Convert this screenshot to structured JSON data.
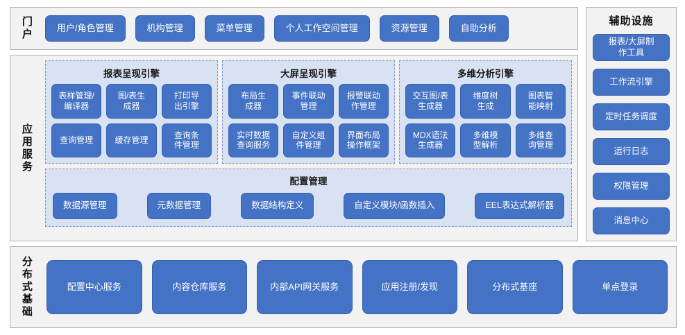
{
  "diagram": {
    "title_bands": {
      "portal": "门户",
      "app_services": "应用服务",
      "distributed_base": "分布式基础",
      "aux_facilities": "辅助设施"
    },
    "colors": {
      "chip_blue": "#4472C4",
      "chip_border": "#3761AD",
      "panel_bg": "#F2F2F2",
      "panel_border": "#B0B0B0",
      "group_bg": "#D9E2F3",
      "group_border": "#7F93C6",
      "text_on_chip": "#FFFFFF",
      "text_dark": "#101010"
    }
  },
  "portal": {
    "items": [
      "用户/角色管理",
      "机构管理",
      "菜单管理",
      "个人工作空间管理",
      "资源管理",
      "自助分析"
    ]
  },
  "app_services": {
    "engines": [
      {
        "title": "报表呈现引擎",
        "items": [
          "表样管理/\n编译器",
          "图/表生\n成器",
          "打印导\n出引擎",
          "查询管理",
          "缓存管理",
          "查询条\n件管理"
        ]
      },
      {
        "title": "大屏呈现引擎",
        "items": [
          "布局生\n成器",
          "事件联动\n管理",
          "报警联动\n作管理",
          "实时数据\n查询服务",
          "自定义组\n件管理",
          "界面布局\n操作框架"
        ]
      },
      {
        "title": "多维分析引擎",
        "items": [
          "交互图/表\n生成器",
          "维度树\n生成",
          "图表智\n能映射",
          "MDX语法\n生成器",
          "多维模\n型解析",
          "多维查\n询管理"
        ]
      }
    ],
    "config": {
      "title": "配置管理",
      "items": [
        "数据源管理",
        "元数据管理",
        "数据结构定义",
        "自定义模块/函数插入",
        "EEL表达式解析器"
      ]
    }
  },
  "aux_facilities": {
    "title": "辅助设施",
    "items": [
      "报表/大屏制\n作工具",
      "工作流引擎",
      "定时任务调度",
      "运行日志",
      "权限管理",
      "消息中心"
    ]
  },
  "distributed_base": {
    "items": [
      "配置中心服务",
      "内容仓库服务",
      "内部API网关服务",
      "应用注册/发现",
      "分布式基座",
      "单点登录"
    ]
  }
}
